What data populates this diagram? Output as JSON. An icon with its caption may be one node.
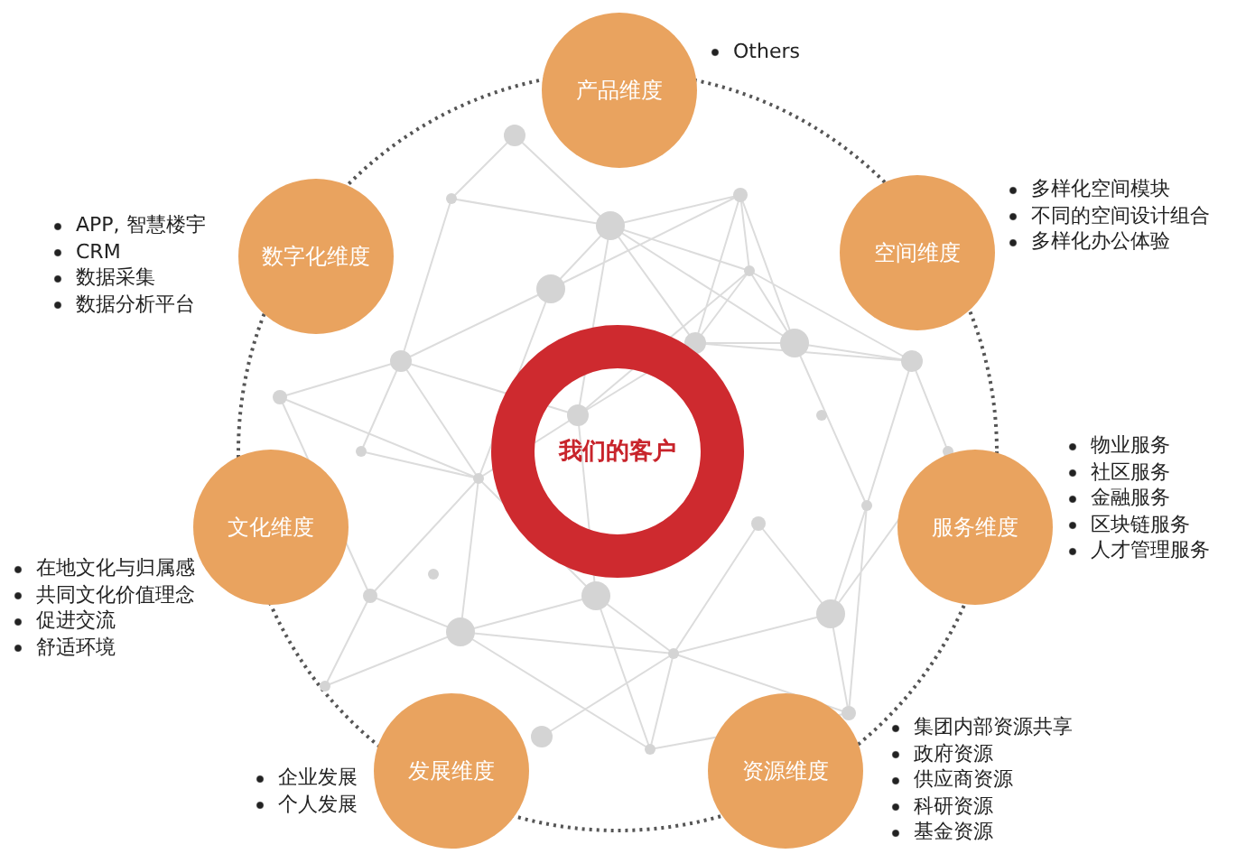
{
  "diagram": {
    "nodes": [
      {
        "text": [
          "我们的客户"
        ]
      },
      {
        "text": [
          "产品维度"
        ],
        "beside": [
          "Others"
        ]
      },
      {
        "text": [
          "空间维度"
        ],
        "beside": [
          "多样化空间模块",
          "不同的空间设计组合",
          "多样化办公体验"
        ]
      },
      {
        "text": [
          "服务维度"
        ],
        "beside": [
          "物业服务",
          "社区服务",
          "金融服务",
          "区块链服务",
          "人才管理服务"
        ]
      },
      {
        "text": [
          "资源维度"
        ],
        "beside": [
          "集团内部资源共享",
          "政府资源",
          "供应商资源",
          "科研资源",
          "基金资源"
        ]
      },
      {
        "text": [
          "发展维度"
        ],
        "beside": [
          "企业发展",
          "个人发展"
        ]
      },
      {
        "text": [
          "文化维度"
        ],
        "beside": [
          "在地文化与归属感",
          "共同文化价值理念",
          "促进交流",
          "舒适环境"
        ]
      },
      {
        "text": [
          "数字化维度"
        ],
        "beside": [
          "APP, 智慧楼宇",
          "CRM",
          "数据采集",
          "数据分析平台"
        ]
      }
    ]
  }
}
